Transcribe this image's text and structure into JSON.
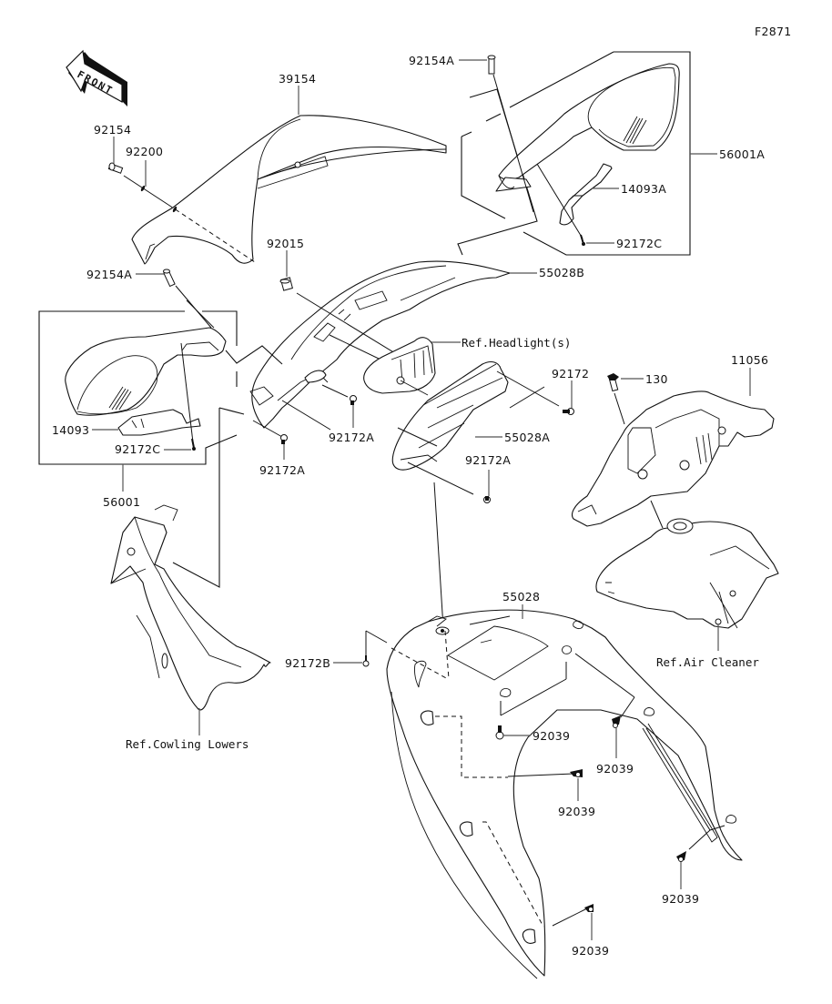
{
  "diagram": {
    "figure_code": "F2871",
    "front_arrow_text": "FRONT",
    "parts": {
      "p39154": "39154",
      "p92154": "92154",
      "p92200": "92200",
      "p92154A_top": "92154A",
      "p56001A": "56001A",
      "p14093A": "14093A",
      "p92172C_right": "92172C",
      "p92015": "92015",
      "p92154A_left": "92154A",
      "p55028B": "55028B",
      "ref_headlight": "Ref.Headlight(s)",
      "p14093": "14093",
      "p92172C_left": "92172C",
      "p56001": "56001",
      "p92172A_a": "92172A",
      "p92172A_b": "92172A",
      "p92172": "92172",
      "p55028A": "55028A",
      "p92172A_c": "92172A",
      "p130": "130",
      "p11056": "11056",
      "p55028": "55028",
      "p92172B": "92172B",
      "ref_air_cleaner": "Ref.Air Cleaner",
      "ref_cowling_lowers": "Ref.Cowling Lowers",
      "p92039_a": "92039",
      "p92039_b": "92039",
      "p92039_c": "92039",
      "p92039_d": "92039",
      "p92039_e": "92039"
    }
  }
}
